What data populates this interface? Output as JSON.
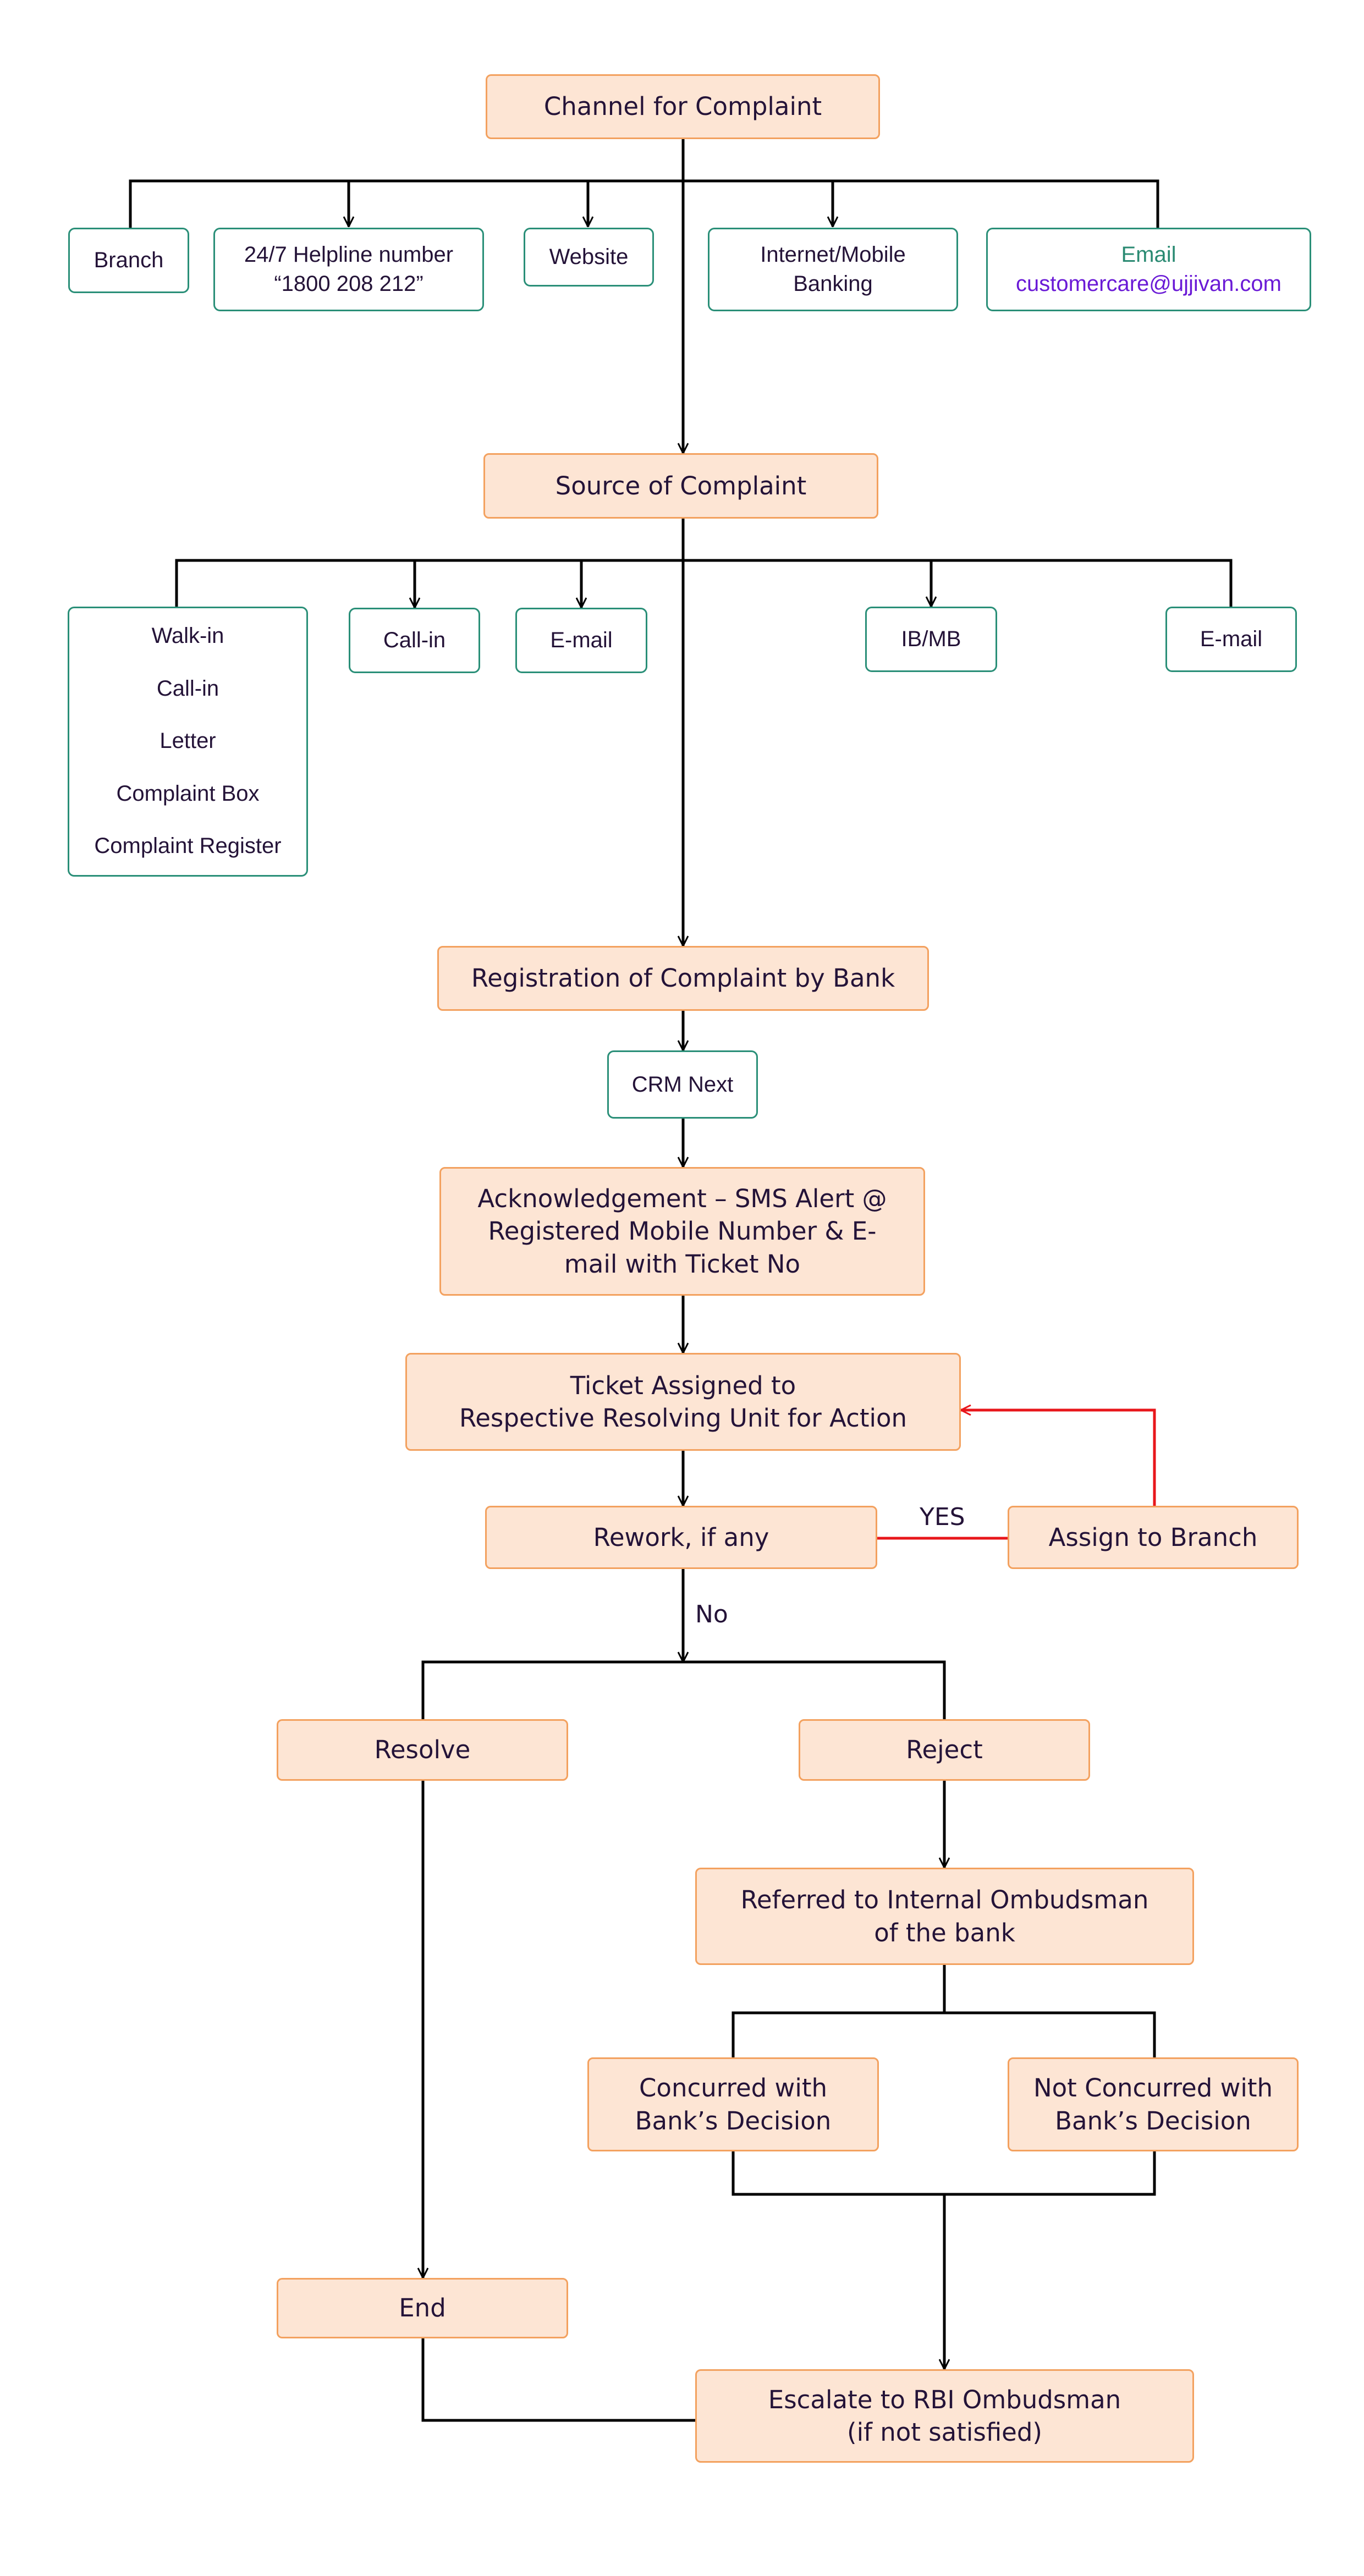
{
  "flowchart": {
    "channel": {
      "title": "Channel for Complaint",
      "branch": "Branch",
      "helpline": [
        "24/7 Helpline number",
        "“1800 208 212”"
      ],
      "website": "Website",
      "netbanking": [
        "Internet/Mobile",
        "Banking"
      ],
      "email_label": "Email",
      "email_address": "customercare@ujjivan.com"
    },
    "source": {
      "title": "Source of Complaint",
      "walkin_list": [
        "Walk-in",
        "Call-in",
        "Letter",
        "Complaint Box",
        "Complaint Register"
      ],
      "callin": "Call-in",
      "email_1": "E-mail",
      "ibmb": "IB/MB",
      "email_2": "E-mail"
    },
    "registration": "Registration of Complaint by Bank",
    "crm": "CRM Next",
    "acknowledgement": [
      "Acknowledgement – SMS Alert @",
      "Registered Mobile Number & E-",
      "mail with Ticket No"
    ],
    "ticket": [
      "Ticket Assigned to",
      "Respective Resolving Unit for Action"
    ],
    "rework": "Rework, if any",
    "yes_label": "YES",
    "assign_branch": "Assign to Branch",
    "no_label": "No",
    "resolve": "Resolve",
    "reject": "Reject",
    "ombudsman": [
      "Referred to Internal Ombudsman",
      "of the bank"
    ],
    "concurred": [
      "Concurred with",
      "Bank’s Decision"
    ],
    "not_concurred": [
      "Not Concurred with",
      "Bank’s Decision"
    ],
    "end": "End",
    "escalate": [
      "Escalate to RBI Ombudsman",
      "(if not satisfied)"
    ]
  },
  "colors": {
    "primary_fill": "#fde5d4",
    "primary_border": "#f3a15f",
    "secondary_border": "#2a8f78",
    "connector": "#000000",
    "rework_connector": "#e8161b",
    "email_address": "#6a1ad6"
  }
}
